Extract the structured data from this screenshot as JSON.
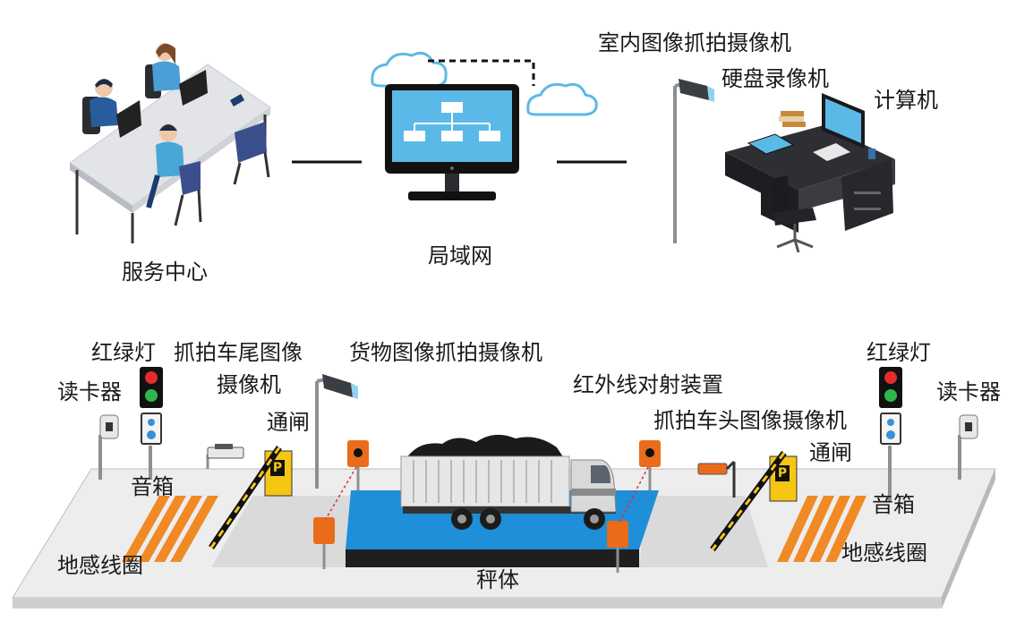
{
  "colors": {
    "screen_blue": "#5bb9e8",
    "scale_blue": "#1e8fd8",
    "scale_dark": "#1f1f1f",
    "stripe_orange": "#f08a24",
    "sensor_orange": "#ea6c1a",
    "barrier_yellow": "#f6c614",
    "light_red": "#e42c2c",
    "light_green": "#2fb54b",
    "desk_dark": "#2a2c31",
    "person_blue": "#2a5b9a"
  },
  "top": {
    "service_center": "服务中心",
    "lan": "局域网",
    "indoor_camera": "室内图像抓拍摄像机",
    "dvr": "硬盘录像机",
    "computer": "计算机"
  },
  "bottom": {
    "traffic_light_left": "红绿灯",
    "card_reader_left": "读卡器",
    "rear_camera_line1": "抓拍车尾图像",
    "rear_camera_line2": "摄像机",
    "cargo_camera": "货物图像抓拍摄像机",
    "gate_left": "通闸",
    "speaker_left": "音箱",
    "loop_left": "地感线圈",
    "infrared": "红外线对射装置",
    "front_camera": "抓拍车头图像摄像机",
    "gate_right": "通闸",
    "traffic_light_right": "红绿灯",
    "card_reader_right": "读卡器",
    "speaker_right": "音箱",
    "loop_right": "地感线圈",
    "scale_body": "秤体",
    "parking_sign": "P"
  },
  "icons": [
    "office-desk-icon",
    "monitor-network-icon",
    "cloud-icon",
    "pole-camera-icon",
    "computer-desk-icon",
    "traffic-light-icon",
    "speaker-icon",
    "card-reader-icon",
    "gate-barrier-icon",
    "infrared-sensor-icon",
    "truck-icon",
    "ground-loop-icon"
  ]
}
